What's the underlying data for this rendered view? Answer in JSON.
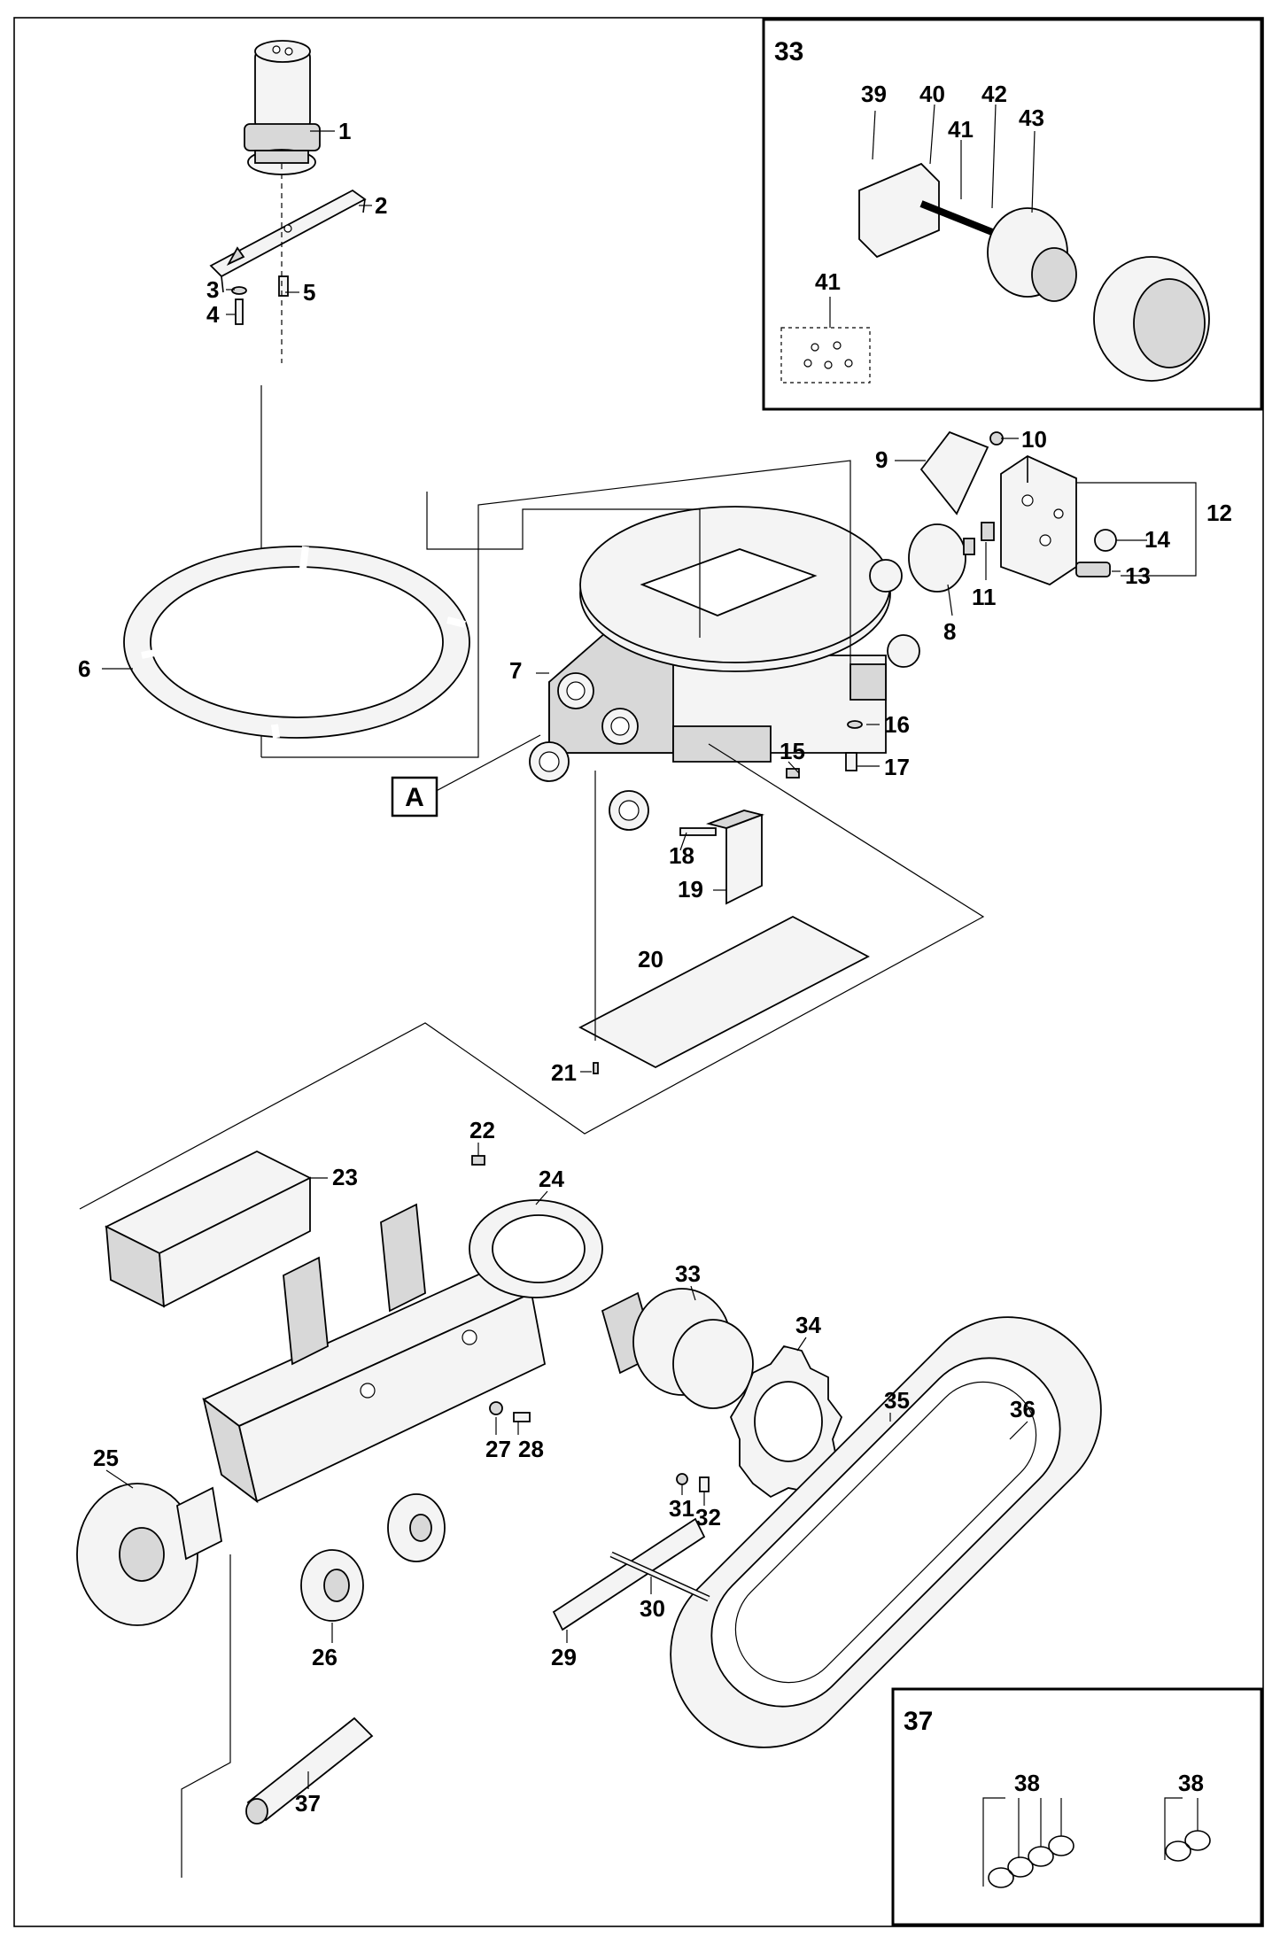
{
  "diagram": {
    "callouts": [
      {
        "id": "1",
        "text": "1"
      },
      {
        "id": "2",
        "text": "2"
      },
      {
        "id": "3",
        "text": "3"
      },
      {
        "id": "4",
        "text": "4"
      },
      {
        "id": "5",
        "text": "5"
      },
      {
        "id": "6",
        "text": "6"
      },
      {
        "id": "7",
        "text": "7"
      },
      {
        "id": "8",
        "text": "8"
      },
      {
        "id": "9",
        "text": "9"
      },
      {
        "id": "10",
        "text": "10"
      },
      {
        "id": "11",
        "text": "11"
      },
      {
        "id": "12",
        "text": "12"
      },
      {
        "id": "13",
        "text": "13"
      },
      {
        "id": "14",
        "text": "14"
      },
      {
        "id": "15",
        "text": "15"
      },
      {
        "id": "16",
        "text": "16"
      },
      {
        "id": "17",
        "text": "17"
      },
      {
        "id": "18",
        "text": "18"
      },
      {
        "id": "19",
        "text": "19"
      },
      {
        "id": "20",
        "text": "20"
      },
      {
        "id": "21",
        "text": "21"
      },
      {
        "id": "22",
        "text": "22"
      },
      {
        "id": "23",
        "text": "23"
      },
      {
        "id": "24",
        "text": "24"
      },
      {
        "id": "25",
        "text": "25"
      },
      {
        "id": "26",
        "text": "26"
      },
      {
        "id": "27",
        "text": "27"
      },
      {
        "id": "28",
        "text": "28"
      },
      {
        "id": "29",
        "text": "29"
      },
      {
        "id": "30",
        "text": "30"
      },
      {
        "id": "31",
        "text": "31"
      },
      {
        "id": "32",
        "text": "32"
      },
      {
        "id": "33",
        "text": "33"
      },
      {
        "id": "34",
        "text": "34"
      },
      {
        "id": "35",
        "text": "35"
      },
      {
        "id": "36",
        "text": "36"
      },
      {
        "id": "37",
        "text": "37"
      }
    ],
    "inset_33": {
      "title": "33",
      "callouts": [
        {
          "id": "39",
          "text": "39"
        },
        {
          "id": "40",
          "text": "40"
        },
        {
          "id": "41a",
          "text": "41"
        },
        {
          "id": "42",
          "text": "42"
        },
        {
          "id": "43",
          "text": "43"
        },
        {
          "id": "41b",
          "text": "41"
        }
      ]
    },
    "inset_37": {
      "title": "37",
      "callouts": [
        {
          "id": "38a",
          "text": "38"
        },
        {
          "id": "38b",
          "text": "38"
        }
      ]
    },
    "reference_label": "A",
    "colors": {
      "line": "#000000",
      "background": "#ffffff",
      "part_fill": "#f4f4f4",
      "part_shade": "#d8d8d8"
    }
  }
}
